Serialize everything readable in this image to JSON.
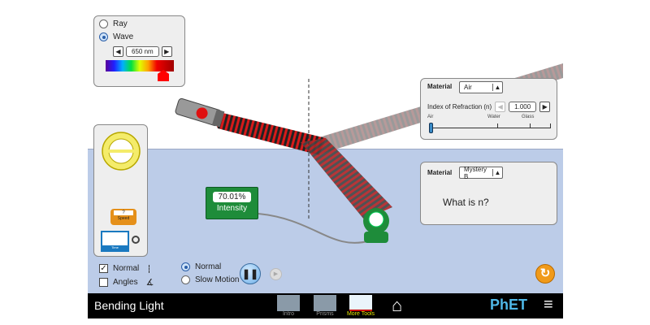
{
  "wave_panel": {
    "options": [
      "Ray",
      "Wave"
    ],
    "selected": "Wave",
    "wavelength": "650 nm"
  },
  "top_material": {
    "label": "Material",
    "value": "Air",
    "index_label": "Index of Refraction (n)",
    "index_value": "1.000",
    "ticks": [
      "Air",
      "Water",
      "Glass"
    ]
  },
  "bottom_material": {
    "label": "Material",
    "value": "Mystery B",
    "question": "What is n?"
  },
  "intensity_meter": {
    "value": "70.01%",
    "label": "Intensity"
  },
  "toolbox": {
    "speed_value": "?",
    "speed_label": "Speed",
    "time_label": "Time"
  },
  "checkboxes": [
    {
      "label": "Normal",
      "checked": true
    },
    {
      "label": "Angles",
      "checked": false
    }
  ],
  "speed_options": [
    {
      "label": "Normal",
      "selected": true
    },
    {
      "label": "Slow Motion",
      "selected": false
    }
  ],
  "navbar": {
    "title": "Bending Light",
    "screens": [
      "Intro",
      "Prisms",
      "More Tools"
    ],
    "active": "More Tools",
    "brand": "PhET"
  },
  "colors": {
    "water": "#bccce8",
    "beam": "#cc1111",
    "meter": "#1e8c3a",
    "accent_active": "#e5e500"
  }
}
